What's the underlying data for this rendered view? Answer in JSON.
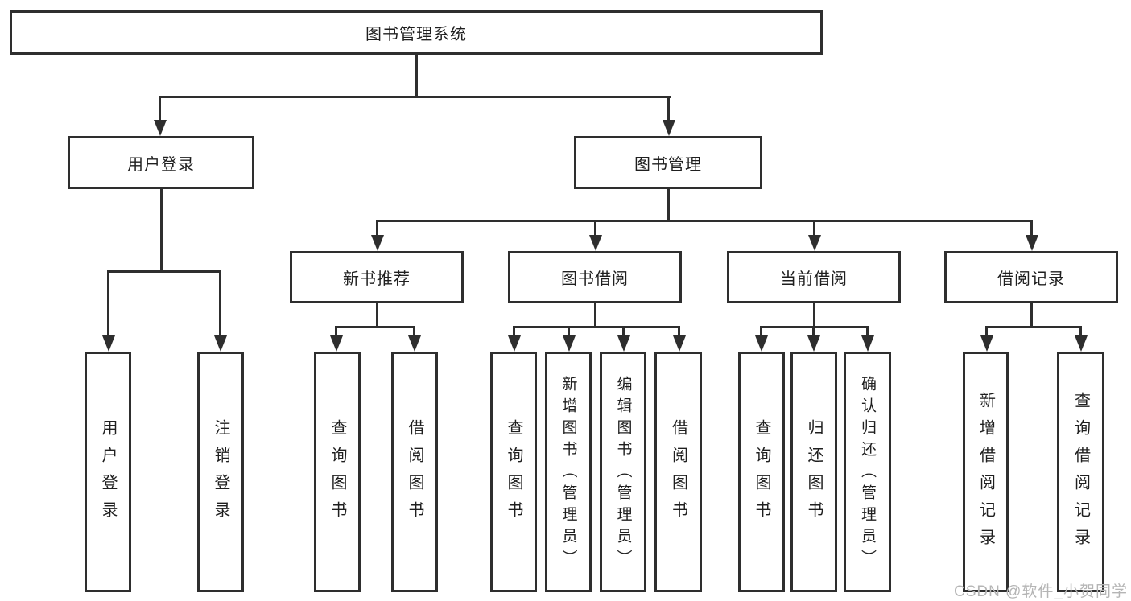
{
  "diagram": {
    "root": {
      "label": "图书管理系统"
    },
    "level2": [
      {
        "label": "用户登录"
      },
      {
        "label": "图书管理"
      }
    ],
    "level3": [
      {
        "label": "新书推荐"
      },
      {
        "label": "图书借阅"
      },
      {
        "label": "当前借阅"
      },
      {
        "label": "借阅记录"
      }
    ],
    "leaves": {
      "user_login": [
        "用户登录",
        "注销登录"
      ],
      "new_books": [
        "查询图书",
        "借阅图书"
      ],
      "book_borrow": [
        "查询图书",
        "新增图书（管理员）",
        "编辑图书（管理员）",
        "借阅图书"
      ],
      "current_borrow": [
        "查询图书",
        "归还图书",
        "确认归还（管理员）"
      ],
      "borrow_records": [
        "新增借阅记录",
        "查询借阅记录"
      ]
    }
  },
  "watermark": "CSDN @软件_小贺同学",
  "colors": {
    "line": "#2e2e2e",
    "box_border": "#2e2e2e",
    "text": "#1f1f1f",
    "watermark": "#b5b5b5",
    "background": "#ffffff"
  }
}
